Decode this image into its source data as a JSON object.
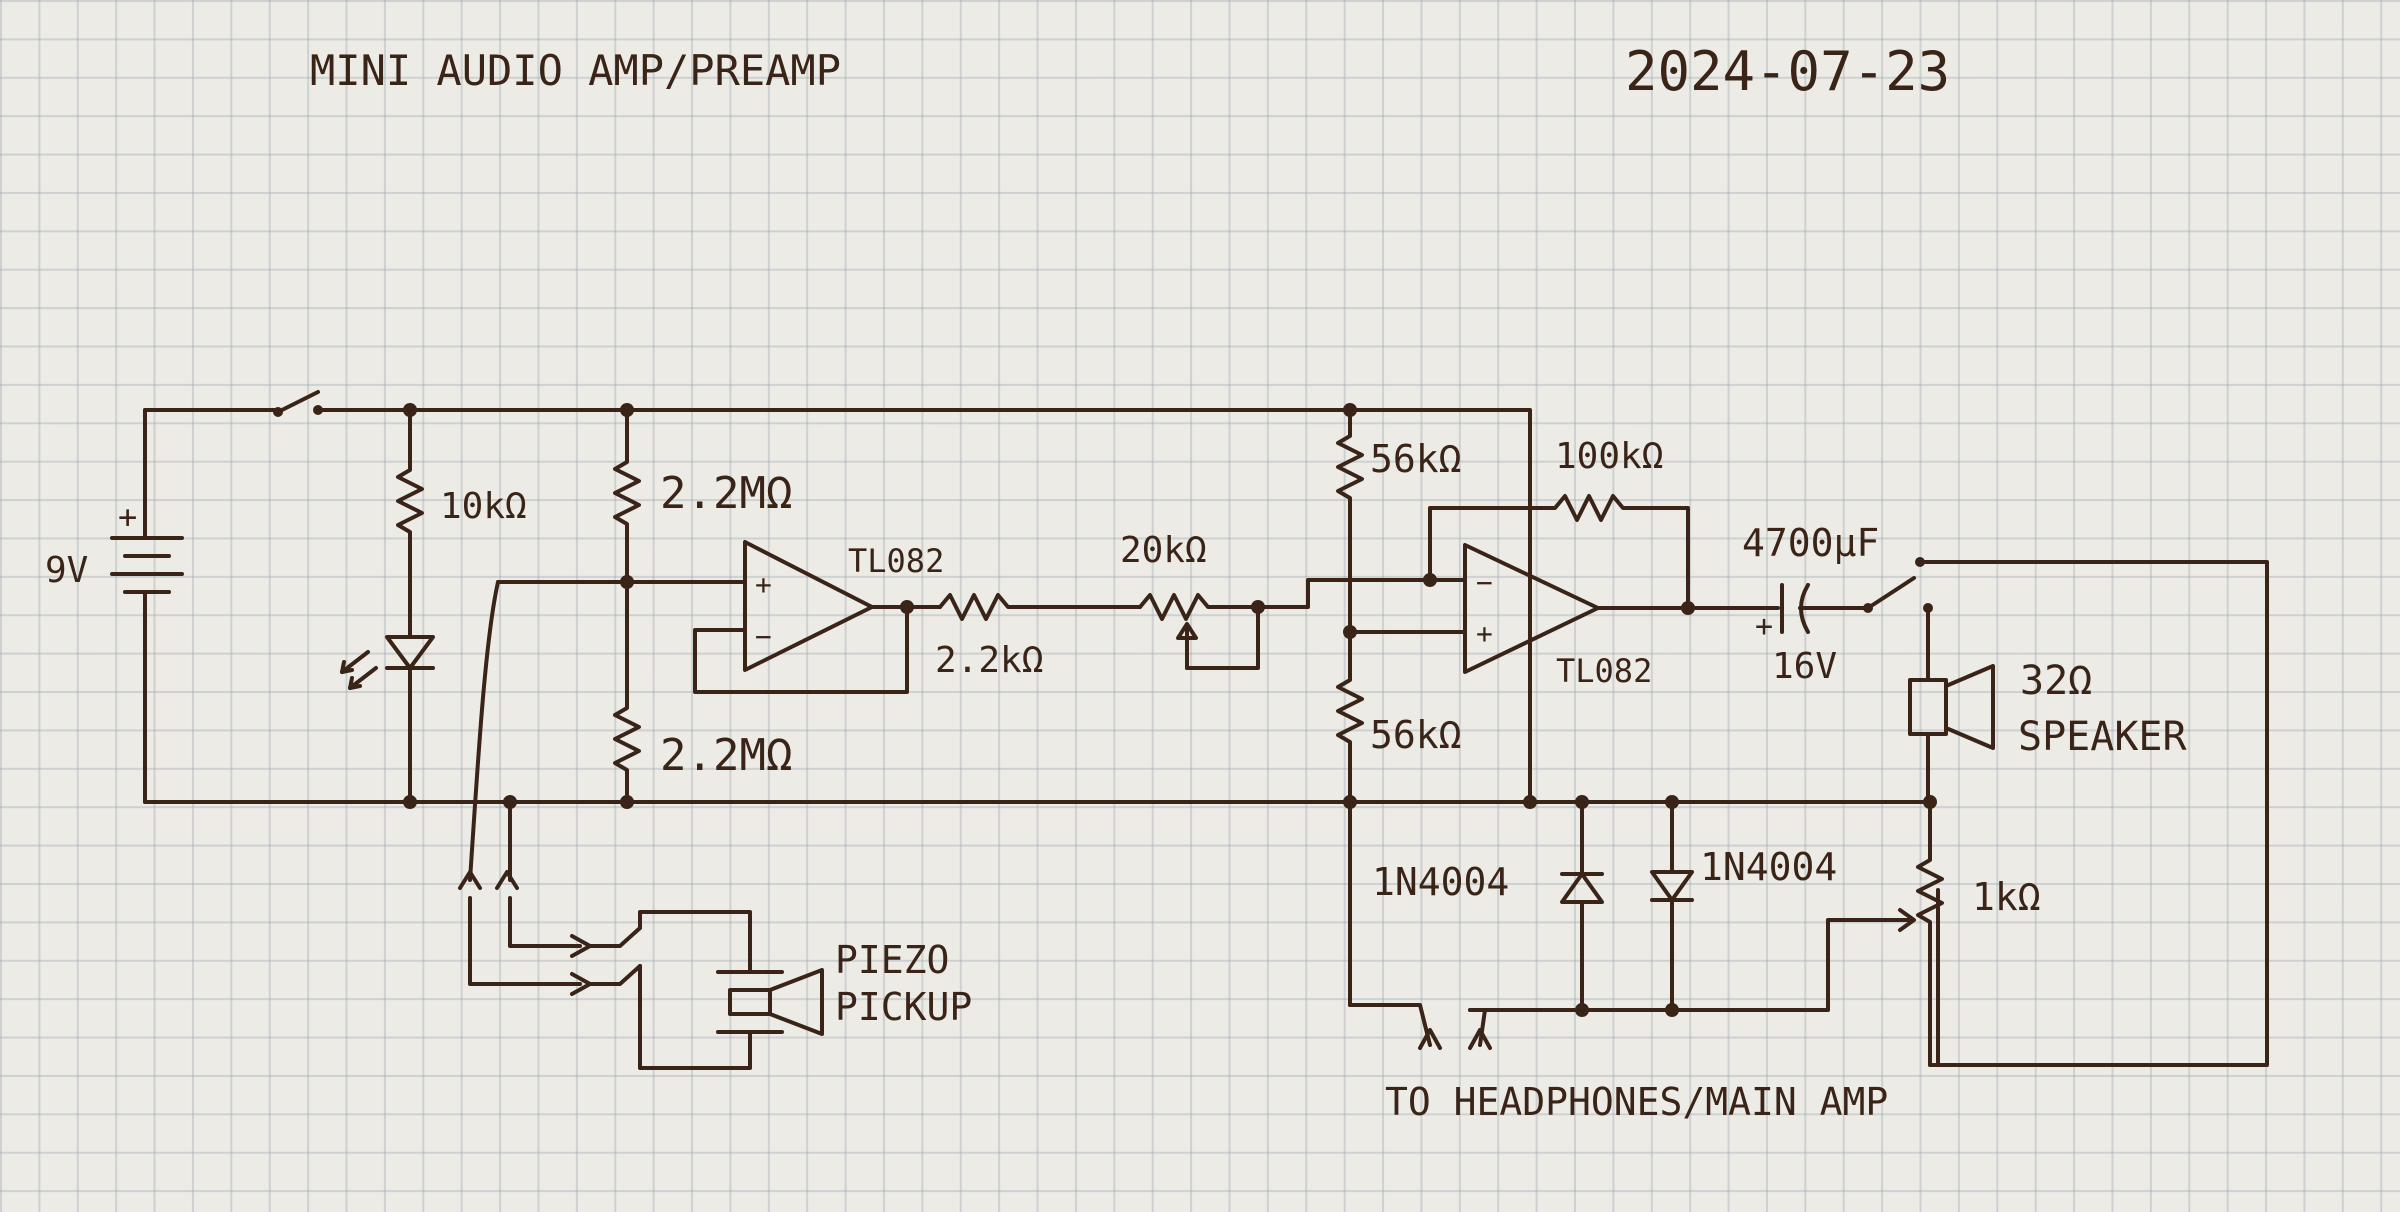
{
  "header": {
    "title": "MINI AUDIO AMP/PREAMP",
    "date": "2024-07-23"
  },
  "labels": {
    "battery": "9V",
    "battery_plus": "+",
    "r_led": "10kΩ",
    "r_bias_top": "2.2MΩ",
    "r_bias_bottom": "2.2MΩ",
    "opamp1": "TL082",
    "r_series": "2.2kΩ",
    "pot_gain": "20kΩ",
    "r_div_top": "56kΩ",
    "r_div_bottom": "56kΩ",
    "r_feedback": "100kΩ",
    "opamp2": "TL082",
    "cap_value": "4700µF",
    "cap_voltage": "16V",
    "cap_plus": "+",
    "speaker_ohms": "32Ω",
    "speaker_label": "SPEAKER",
    "diode_left": "1N4004",
    "diode_right": "1N4004",
    "pot_volume": "1kΩ",
    "piezo_line1": "PIEZO",
    "piezo_line2": "PICKUP",
    "output_jack": "TO HEADPHONES/MAIN AMP",
    "opamp_minus": "−",
    "opamp_plus": "+"
  },
  "colors": {
    "ink": "#3a2418",
    "paper": "#ecebe6",
    "grid": "#a0aab4"
  }
}
